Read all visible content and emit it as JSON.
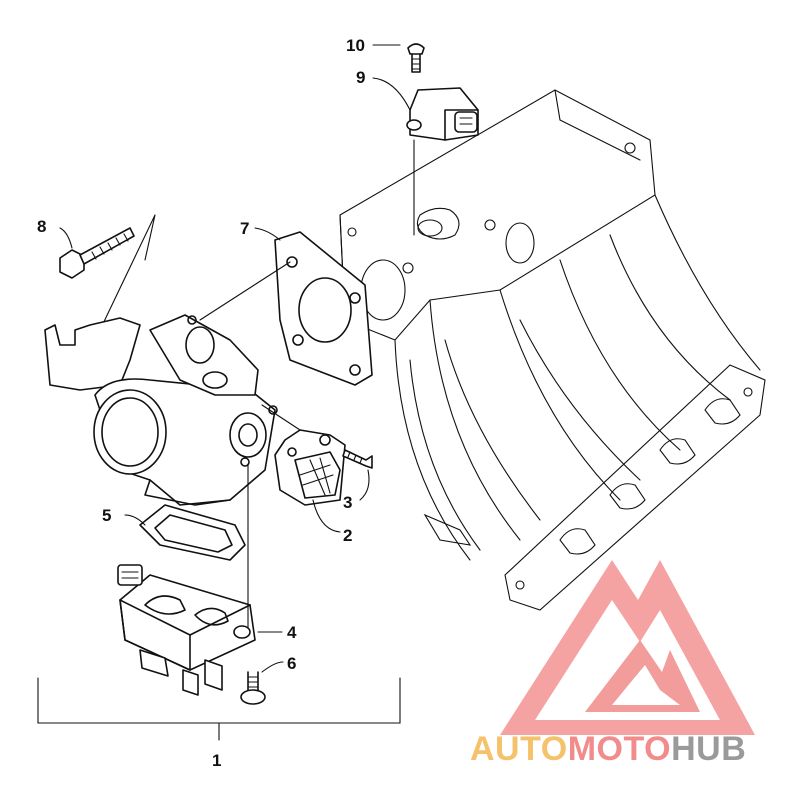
{
  "diagram": {
    "callouts": [
      {
        "id": "1",
        "label": "1"
      },
      {
        "id": "2",
        "label": "2"
      },
      {
        "id": "3",
        "label": "3"
      },
      {
        "id": "4",
        "label": "4"
      },
      {
        "id": "5",
        "label": "5"
      },
      {
        "id": "6",
        "label": "6"
      },
      {
        "id": "7",
        "label": "7"
      },
      {
        "id": "8",
        "label": "8"
      },
      {
        "id": "9",
        "label": "9"
      },
      {
        "id": "10",
        "label": "10"
      }
    ]
  },
  "watermark": {
    "part1": "AUTO",
    "part2": "MOTO",
    "part3": "HUB",
    "colors": {
      "logo": "#f28b8b",
      "auto": "#f5c26b",
      "moto": "#f28b8b",
      "hub": "#9a9a9a"
    }
  }
}
